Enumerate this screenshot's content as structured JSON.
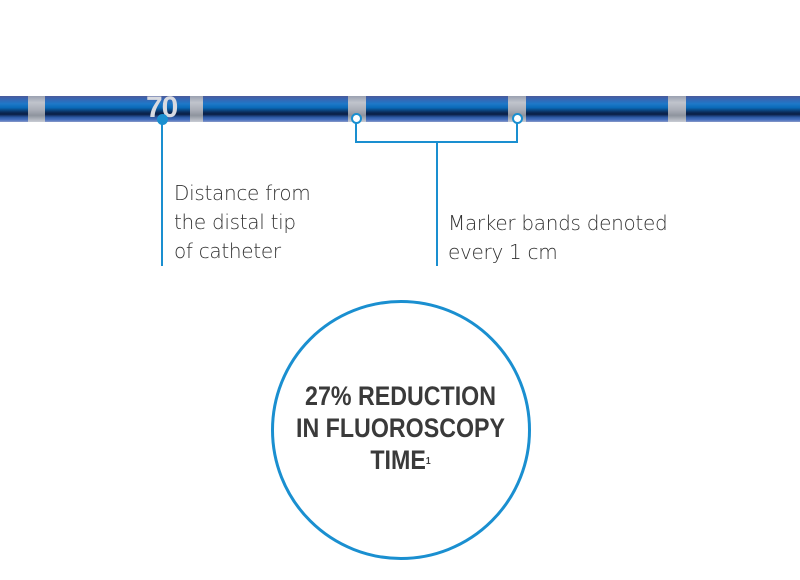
{
  "catheter": {
    "distance_marker": "70",
    "colors": {
      "shaft": "#1e78c8",
      "band": "#b0b4bc",
      "callout": "#1a8fd0"
    }
  },
  "callouts": {
    "distance": {
      "lines": [
        "Distance from",
        "the distal tip",
        "of catheter"
      ]
    },
    "marker_bands": {
      "lines": [
        "Marker bands denoted",
        "every 1 cm"
      ]
    }
  },
  "highlight": {
    "lines": [
      "27% REDUCTION",
      "IN FLUOROSCOPY",
      "TIME"
    ],
    "footnote": "1"
  }
}
